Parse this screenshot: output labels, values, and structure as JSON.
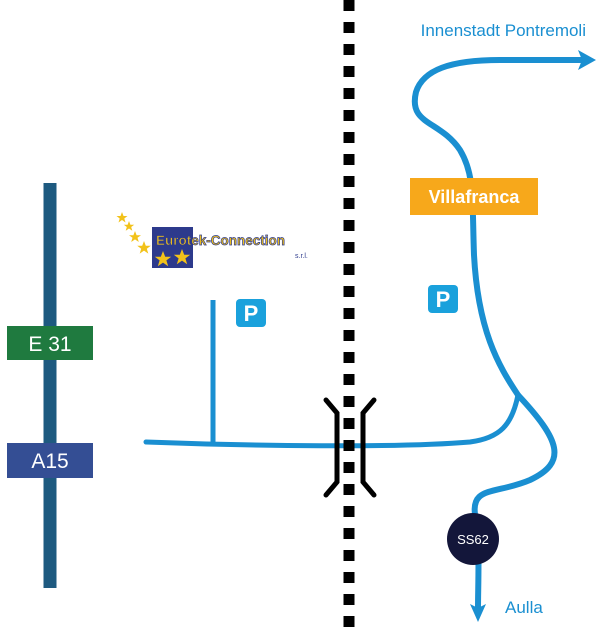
{
  "labels": {
    "innenstadt": "Innenstadt Pontremoli",
    "villafranca": "Villafranca",
    "aulla": "Aulla",
    "e31": "E 31",
    "a15": "A15",
    "ss62": "SS62",
    "parking": "P",
    "logo_name": "Eurotek-Connection",
    "logo_suffix": "s.r.l."
  },
  "colors": {
    "road": "#1a8fd1",
    "motorway": "#1e5a80",
    "e31_badge": "#1f7a3f",
    "a15_badge": "#344e94",
    "villafranca_badge": "#f7a81b",
    "ss62_badge": "#13163a",
    "parking_badge": "#1aa1dc",
    "railway": "#000000",
    "logo_blue": "#2d3a8c",
    "logo_star": "#f2c21a"
  },
  "icons": {
    "parking": "parking-icon",
    "bridge": "bridge-icon",
    "arrow": "arrow-head-icon",
    "logo": "eurotek-logo"
  }
}
